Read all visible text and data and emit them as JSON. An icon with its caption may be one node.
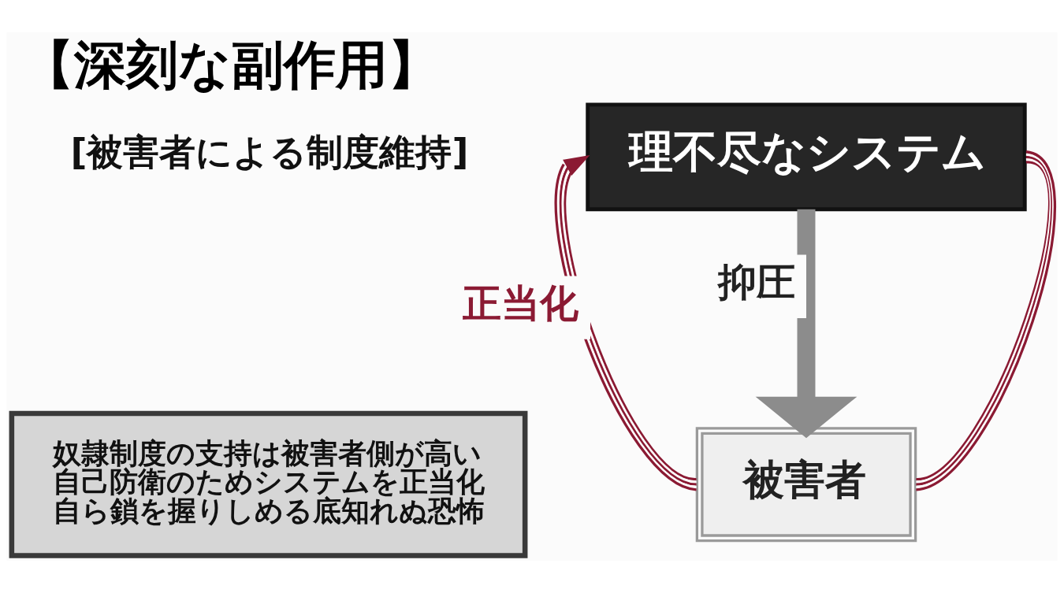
{
  "diagram": {
    "title": "【深刻な副作用】",
    "nodes": [
      {
        "text": [
          "奴隷制度の支持は被害者側が高い",
          "自己防衛のためシステムを正当化",
          "自ら鎖を握りしめる底知れぬ恐怖"
        ]
      },
      {
        "text": [
          "理不尽なシステム"
        ]
      },
      {
        "text": [
          "被害者"
        ]
      }
    ],
    "edges": [
      {
        "from": 1,
        "to": 2,
        "arrow": "to",
        "label": "抑圧",
        "style": "thick",
        "color": "#8c8c8c"
      },
      {
        "from": 2,
        "to": 1,
        "arrow": "to",
        "label": "正当化"
      },
      {
        "from": 1,
        "to": 2,
        "arrow": "none"
      }
    ],
    "labels": [
      "[被害者による制度維持]"
    ]
  }
}
